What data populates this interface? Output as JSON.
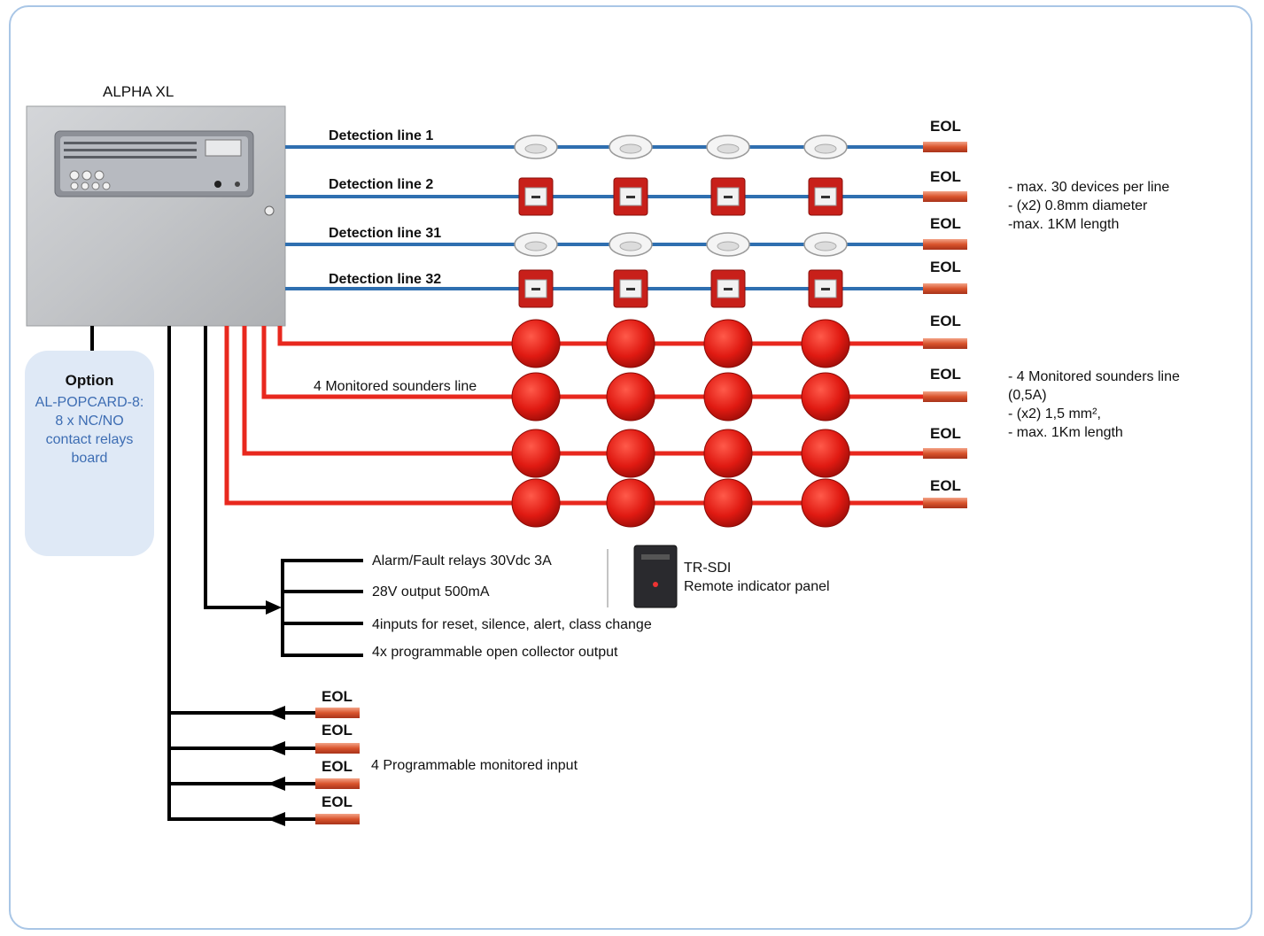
{
  "panel": {
    "title": "ALPHA XL"
  },
  "detection_lines": [
    {
      "label": "Detection line 1",
      "device": "smoke-detector"
    },
    {
      "label": "Detection line 2",
      "device": "call-point"
    },
    {
      "label": "Detection line 31",
      "device": "smoke-detector"
    },
    {
      "label": "Detection line 32",
      "device": "call-point"
    }
  ],
  "detection_notes": [
    "- max. 30 devices per line",
    "- (x2) 0.8mm diameter",
    "-max. 1KM length"
  ],
  "sounders": {
    "label": "4 Monitored sounders line",
    "lines": 4,
    "per_line": 4
  },
  "sounder_notes": [
    "- 4 Monitored sounders line",
    "(0,5A)",
    "- (x2) 1,5 mm²,",
    "- max. 1Km length"
  ],
  "eol_label": "EOL",
  "option": {
    "title": "Option",
    "description": [
      "AL-POPCARD-8:",
      "8 x NC/NO",
      "contact relays",
      "board"
    ]
  },
  "outputs": [
    "Alarm/Fault relays 30Vdc 3A",
    "28V output 500mA",
    "4inputs for reset, silence, alert, class change",
    "4x programmable open collector output"
  ],
  "remote_panel": {
    "name": "TR-SDI",
    "description": "Remote indicator panel"
  },
  "monitored_inputs": {
    "label": "4 Programmable monitored input",
    "count": 4
  },
  "colors": {
    "detection_line": "#2f6fb0",
    "sounder_line": "#e8281e",
    "wire": "#000000",
    "frame": "#a9c6e6",
    "option_bg": "#dfe9f6",
    "option_text": "#3d6db3"
  }
}
